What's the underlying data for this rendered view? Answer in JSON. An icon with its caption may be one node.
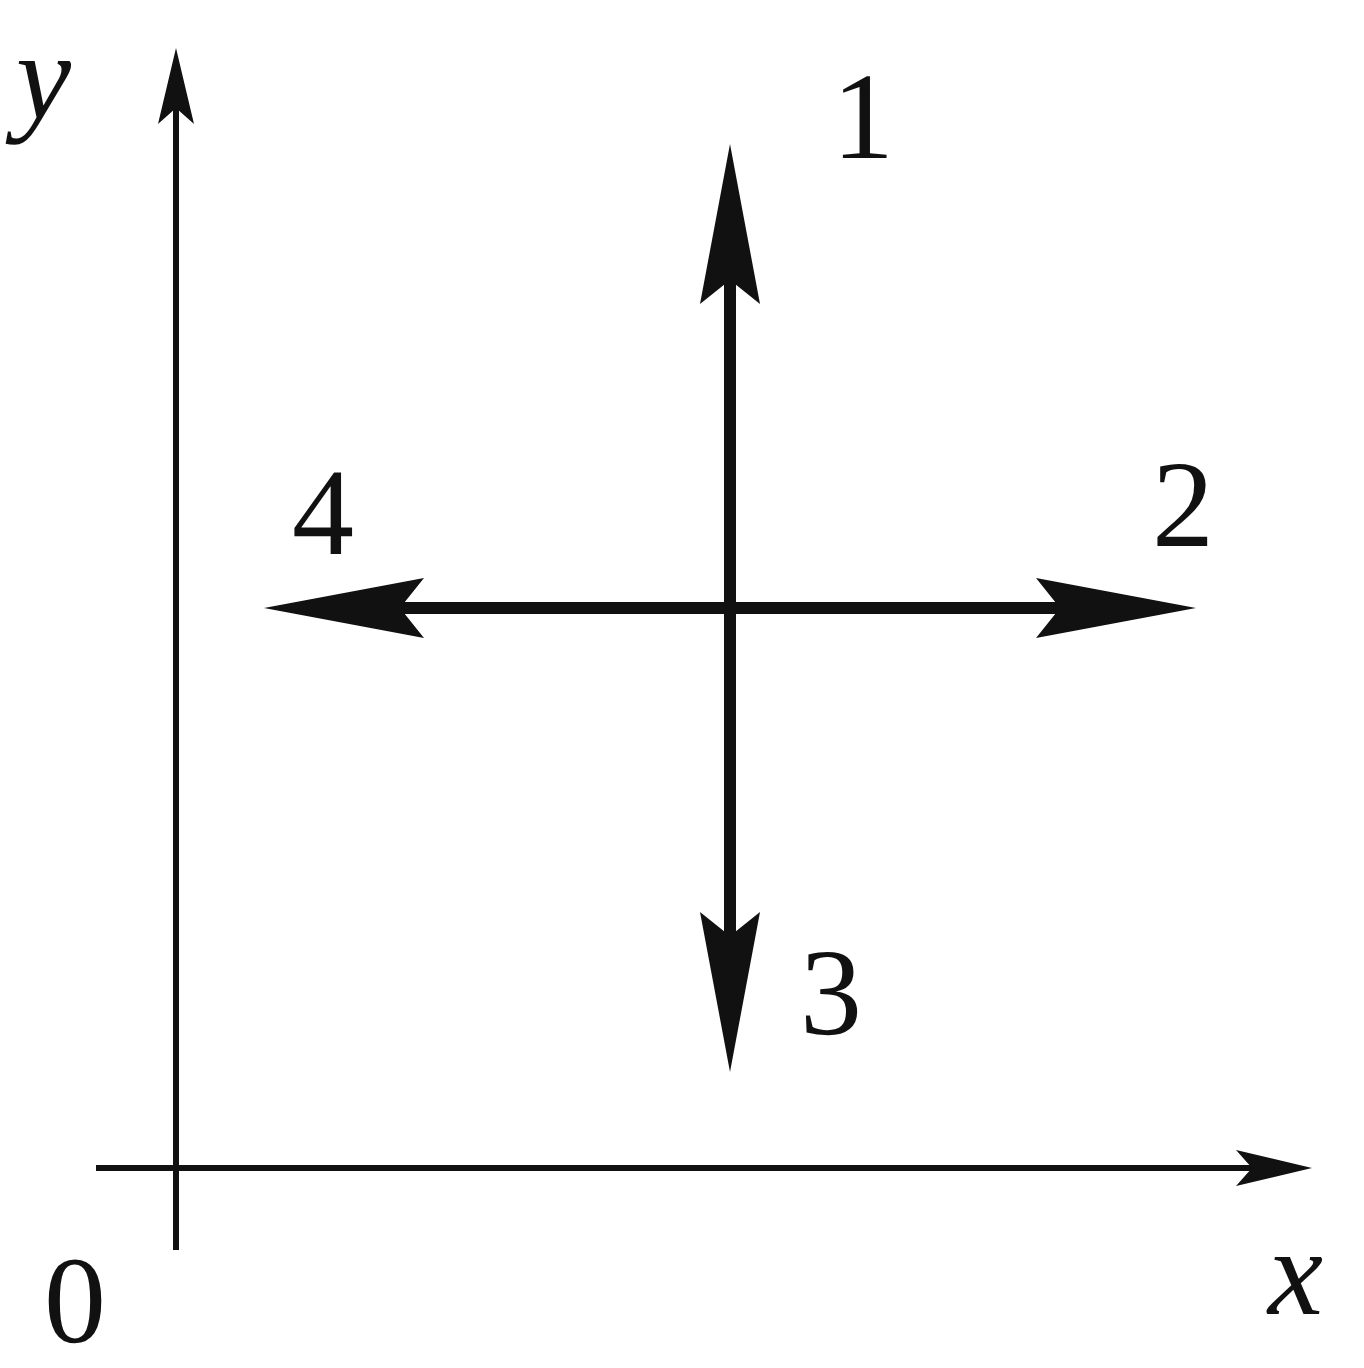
{
  "diagram": {
    "labels": [
      "y",
      "1",
      "4",
      "2",
      "3",
      "0",
      "x"
    ]
  }
}
